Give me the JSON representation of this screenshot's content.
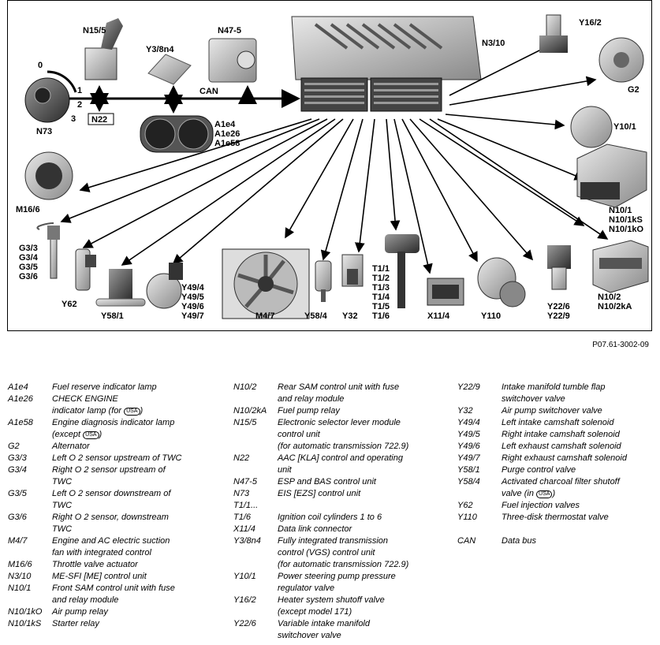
{
  "figure_ref": "P07.61-3002-09",
  "diagram": {
    "labels": {
      "N15_5": "N15/5",
      "Y3_8n4": "Y3/8n4",
      "N47_5": "N47-5",
      "N3_10": "N3/10",
      "Y16_2": "Y16/2",
      "G2": "G2",
      "Y10_1": "Y10/1",
      "N73": "N73",
      "N22": "N22",
      "CAN": "CAN",
      "cluster": "A1e4\nA1e26\nA1e58",
      "M16_6": "M16/6",
      "N10_1": "N10/1\nN10/1kS\nN10/1kO",
      "G3": "G3/3\nG3/4\nG3/5\nG3/6",
      "Y62": "Y62",
      "Y58_1": "Y58/1",
      "Y49": "Y49/4\nY49/5\nY49/6\nY49/7",
      "M4_7": "M4/7",
      "Y58_4": "Y58/4",
      "Y32": "Y32",
      "T1": "T1/1\nT1/2\nT1/3\nT1/4\nT1/5\nT1/6",
      "X11_4": "X11/4",
      "Y110": "Y110",
      "Y22": "Y22/6\nY22/9",
      "N10_2": "N10/2\nN10/2kA",
      "key_0": "0",
      "key_1": "1",
      "key_2": "2",
      "key_3": "3"
    }
  },
  "legend": {
    "col1": [
      {
        "code": "A1e4",
        "desc": "Fuel reserve indicator lamp"
      },
      {
        "code": "A1e26",
        "desc": "CHECK ENGINE\nindicator lamp (for",
        "badge": "USA",
        "after": ")"
      },
      {
        "code": "A1e58",
        "desc": "Engine diagnosis indicator lamp\n(except",
        "badge": "USA",
        "after": ")"
      },
      {
        "code": "G2",
        "desc": "Alternator"
      },
      {
        "code": "G3/3",
        "desc": "Left O 2 sensor upstream of TWC"
      },
      {
        "code": "G3/4",
        "desc": "Right O 2 sensor upstream of\nTWC"
      },
      {
        "code": "G3/5",
        "desc": "Left O 2 sensor downstream of\nTWC"
      },
      {
        "code": "G3/6",
        "desc": "Right O 2 sensor, downstream\nTWC"
      },
      {
        "code": "M4/7",
        "desc": "Engine and AC electric suction\nfan with integrated control"
      },
      {
        "code": "M16/6",
        "desc": "Throttle valve actuator"
      },
      {
        "code": "N3/10",
        "desc": "ME-SFI [ME] control unit"
      },
      {
        "code": "N10/1",
        "desc": "Front SAM control unit with fuse\nand relay module"
      },
      {
        "code": "N10/1kO",
        "desc": "Air pump relay"
      },
      {
        "code": "N10/1kS",
        "desc": "Starter relay"
      }
    ],
    "col2": [
      {
        "code": "N10/2",
        "desc": "Rear SAM control unit with fuse\nand relay module"
      },
      {
        "code": "N10/2kA",
        "desc": "Fuel pump relay"
      },
      {
        "code": "N15/5",
        "desc": "Electronic selector lever module\ncontrol unit\n(for automatic transmission 722.9)"
      },
      {
        "code": "N22",
        "desc": "AAC [KLA] control and operating\nunit"
      },
      {
        "code": "N47-5",
        "desc": "ESP and BAS control unit"
      },
      {
        "code": "N73",
        "desc": "EIS [EZS] control unit"
      },
      {
        "code": "T1/1...",
        "desc": " "
      },
      {
        "code": "T1/6",
        "desc": "Ignition coil cylinders 1 to 6"
      },
      {
        "code": "X11/4",
        "desc": "Data link connector"
      },
      {
        "code": "Y3/8n4",
        "desc": "Fully integrated transmission\ncontrol (VGS) control unit\n(for automatic transmission 722.9)"
      },
      {
        "code": "Y10/1",
        "desc": "Power steering pump pressure\nregulator valve"
      },
      {
        "code": "Y16/2",
        "desc": "Heater system shutoff valve\n(except model 171)"
      },
      {
        "code": "Y22/6",
        "desc": "Variable intake manifold\nswitchover valve"
      }
    ],
    "col3": [
      {
        "code": "Y22/9",
        "desc": "Intake manifold tumble flap\nswitchover valve"
      },
      {
        "code": "Y32",
        "desc": "Air pump switchover valve"
      },
      {
        "code": "Y49/4",
        "desc": "Left intake camshaft solenoid"
      },
      {
        "code": "Y49/5",
        "desc": "Right intake camshaft solenoid"
      },
      {
        "code": "Y49/6",
        "desc": "Left exhaust camshaft solenoid"
      },
      {
        "code": "Y49/7",
        "desc": "Right exhaust camshaft solenoid"
      },
      {
        "code": "Y58/1",
        "desc": "Purge control valve"
      },
      {
        "code": "Y58/4",
        "desc": "Activated charcoal filter shutoff\nvalve (in",
        "badge": "USA",
        "after": ")"
      },
      {
        "code": "Y62",
        "desc": "Fuel injection valves"
      },
      {
        "code": "Y110",
        "desc": "Three-disk thermostat valve"
      },
      {
        "code": "",
        "desc": " "
      },
      {
        "code": "CAN",
        "desc": "Data bus"
      }
    ]
  }
}
